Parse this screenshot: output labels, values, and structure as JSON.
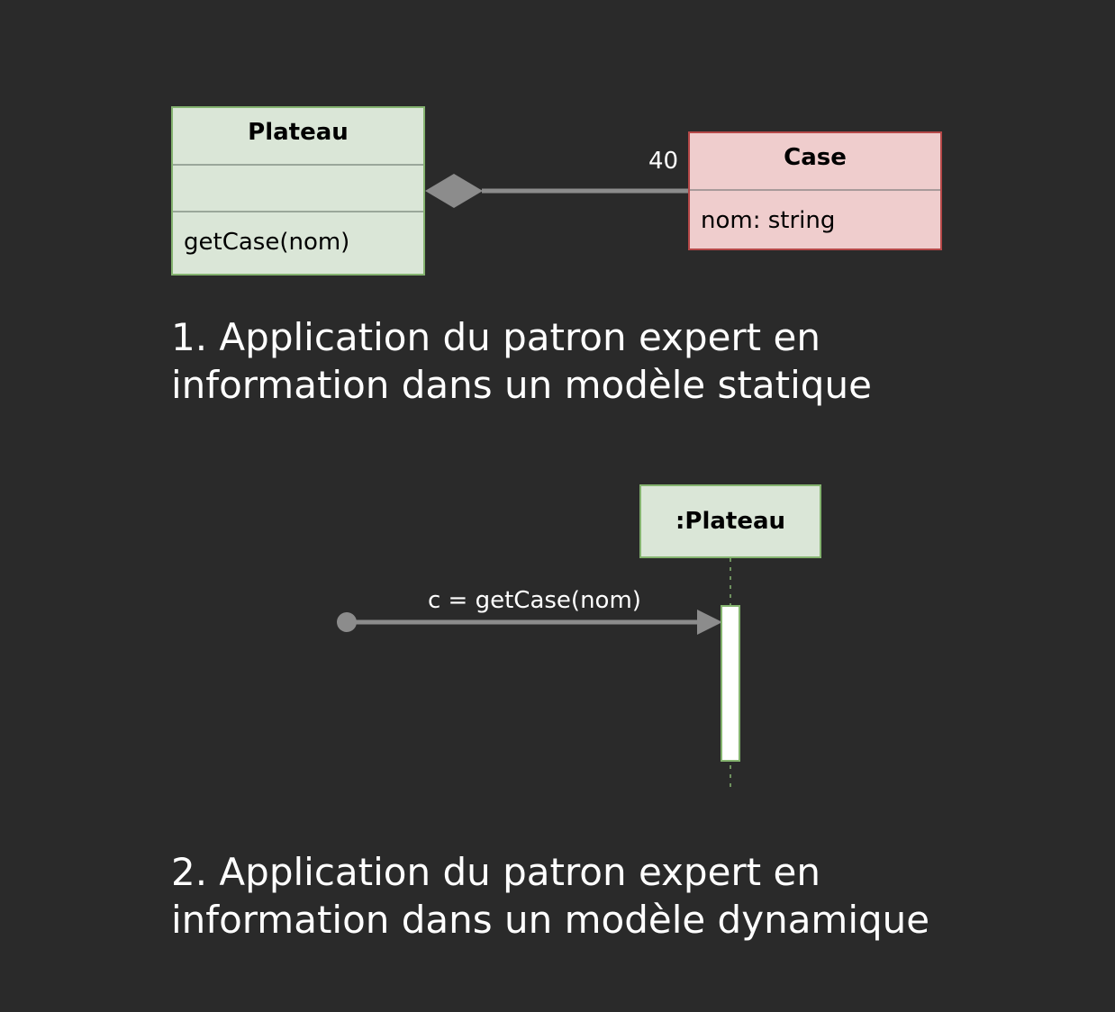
{
  "class_diagram": {
    "plateau": {
      "name": "Plateau",
      "attributes": "",
      "operations": "getCase(nom)"
    },
    "case": {
      "name": "Case",
      "attributes": "nom: string"
    },
    "association": {
      "multiplicity": "40"
    },
    "caption_line1": "1. Application du patron expert en",
    "caption_line2": "information dans un modèle statique"
  },
  "sequence_diagram": {
    "lifeline": {
      "name": ":Plateau"
    },
    "message": {
      "label": "c = getCase(nom)"
    },
    "caption_line1": "2. Application du patron expert en",
    "caption_line2": "information dans un modèle dynamique"
  },
  "colors": {
    "background": "#2a2a2a",
    "plateau_fill": "#dae6d7",
    "plateau_border": "#84b36f",
    "case_fill": "#efcdcd",
    "case_border": "#b54848",
    "connector": "#8c8c8c",
    "text_light": "#ffffff"
  }
}
